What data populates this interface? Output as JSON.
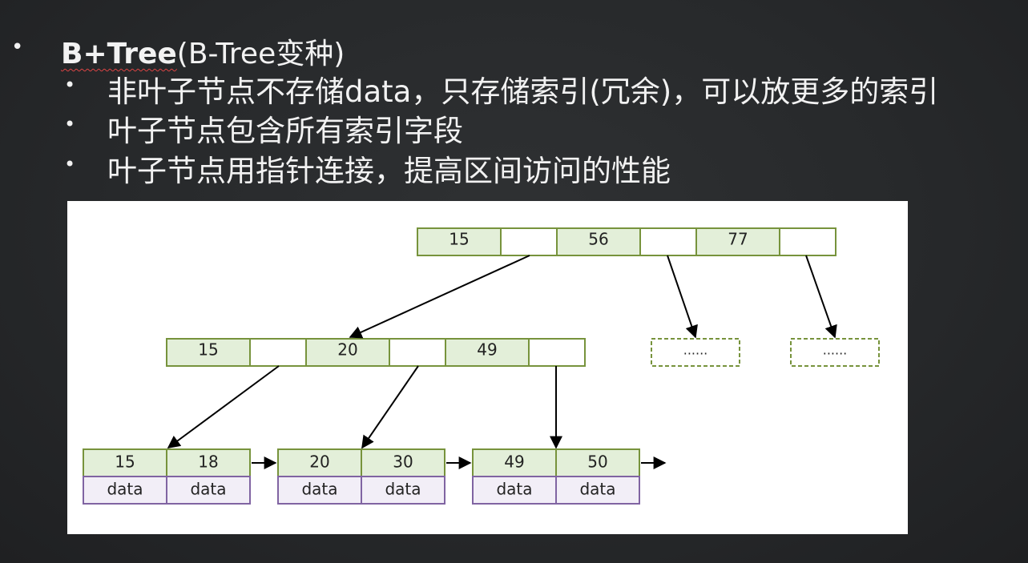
{
  "slide": {
    "title_bold": "B+Tree",
    "title_rest": "(B-Tree变种)",
    "bullets": [
      "非叶子节点不存储data，只存储索引(冗余)，可以放更多的索引",
      "叶子节点包含所有索引字段",
      "叶子节点用指针连接，提高区间访问的性能"
    ]
  },
  "diagram": {
    "root_keys": [
      "15",
      "56",
      "77"
    ],
    "internal_keys": [
      "15",
      "20",
      "49"
    ],
    "placeholder_label": "......",
    "leaves": [
      {
        "keys": [
          "15",
          "18"
        ],
        "values": [
          "data",
          "data"
        ]
      },
      {
        "keys": [
          "20",
          "30"
        ],
        "values": [
          "data",
          "data"
        ]
      },
      {
        "keys": [
          "49",
          "50"
        ],
        "values": [
          "data",
          "data"
        ]
      }
    ],
    "colors": {
      "key_fill": "#e3efd9",
      "key_border": "#77933c",
      "data_fill": "#f2eef7",
      "data_border": "#8064a2"
    }
  }
}
